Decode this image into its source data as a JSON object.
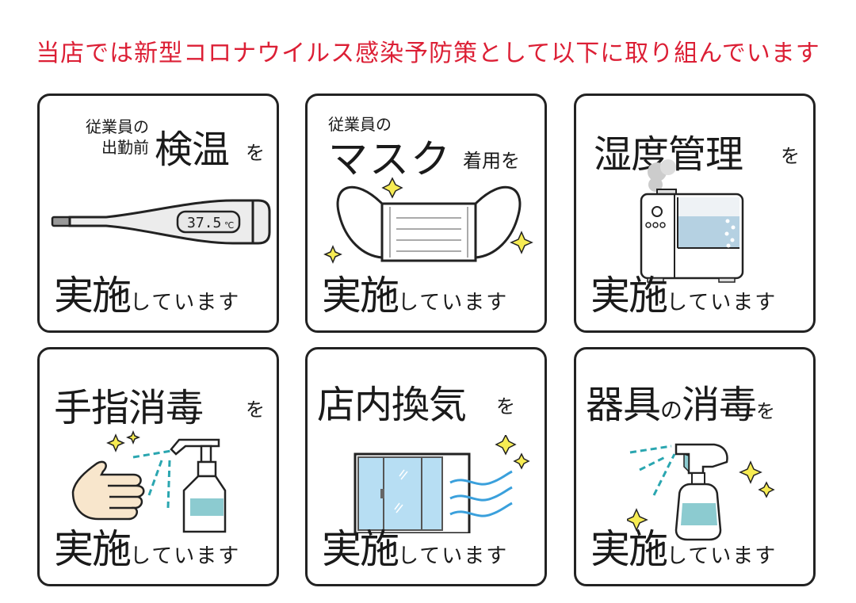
{
  "headline": "当店では新型コロナウイルス感染予防策として以下に取り組んでいます",
  "colors": {
    "headline": "#dc1f35",
    "border": "#222222",
    "sparkle": "#f7ec53",
    "liquid": "#8ccbd0",
    "spray": "#2aa6b0",
    "glass": "#b7def3",
    "wind": "#3aa0dc",
    "skin": "#f8e6cc"
  },
  "done_label": {
    "big": "実施",
    "small": "しています"
  },
  "cards": [
    {
      "id": "temperature-check",
      "pre_line1": "従業員の",
      "pre_line2": "出勤前",
      "main": "検温",
      "particle": "を",
      "icon": "thermometer-icon",
      "display": "37.5",
      "unit": "℃"
    },
    {
      "id": "mask",
      "pre_line1": "従業員の",
      "main": "マスク",
      "suffix": "着用",
      "particle": "を",
      "icon": "face-mask-icon"
    },
    {
      "id": "humidity",
      "main": "湿度管理",
      "particle": "を",
      "icon": "humidifier-icon"
    },
    {
      "id": "hand-sanitize",
      "main": "手指消毒",
      "particle": "を",
      "icon": "hand-sanitizer-icon"
    },
    {
      "id": "ventilation",
      "main": "店内換気",
      "particle": "を",
      "icon": "window-ventilation-icon"
    },
    {
      "id": "equipment-disinfect",
      "main_a": "器具",
      "mid": "の",
      "main_b": "消毒",
      "particle": "を",
      "icon": "spray-bottle-icon"
    }
  ]
}
